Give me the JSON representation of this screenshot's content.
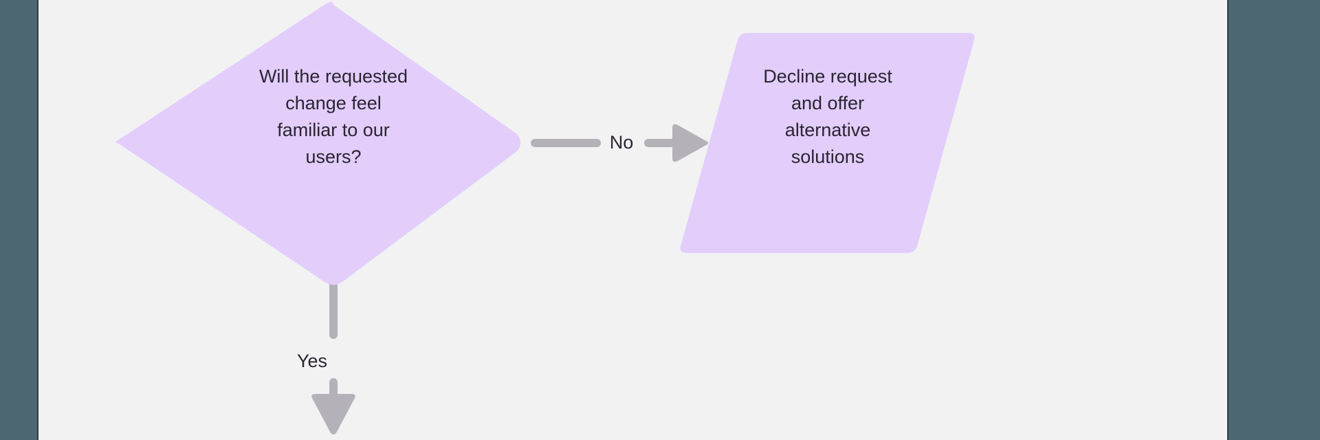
{
  "canvas": {
    "background_color": "#f2f2f3",
    "rail_color": "#4C6770",
    "rail_divider_color": "#2c3b42"
  },
  "diagram": {
    "type": "flowchart",
    "node_fill": "#E2CDFB",
    "node_text_color": "#2b2532",
    "edge_color": "#b4b2b8",
    "nodes": [
      {
        "id": "decision-familiar",
        "shape": "diamond",
        "name": "decision-node-familiar",
        "lines": [
          "Will the requested",
          "change feel",
          "familiar to our",
          "users?"
        ]
      },
      {
        "id": "action-decline",
        "shape": "parallelogram",
        "name": "io-node-decline-request",
        "lines": [
          "Decline request",
          "and offer",
          "alternative",
          "solutions"
        ]
      }
    ],
    "edges": [
      {
        "id": "edge-no",
        "from": "decision-familiar",
        "to": "action-decline",
        "label": "No",
        "direction": "right"
      },
      {
        "id": "edge-yes",
        "from": "decision-familiar",
        "to": "offscreen-below",
        "label": "Yes",
        "direction": "down"
      }
    ]
  }
}
